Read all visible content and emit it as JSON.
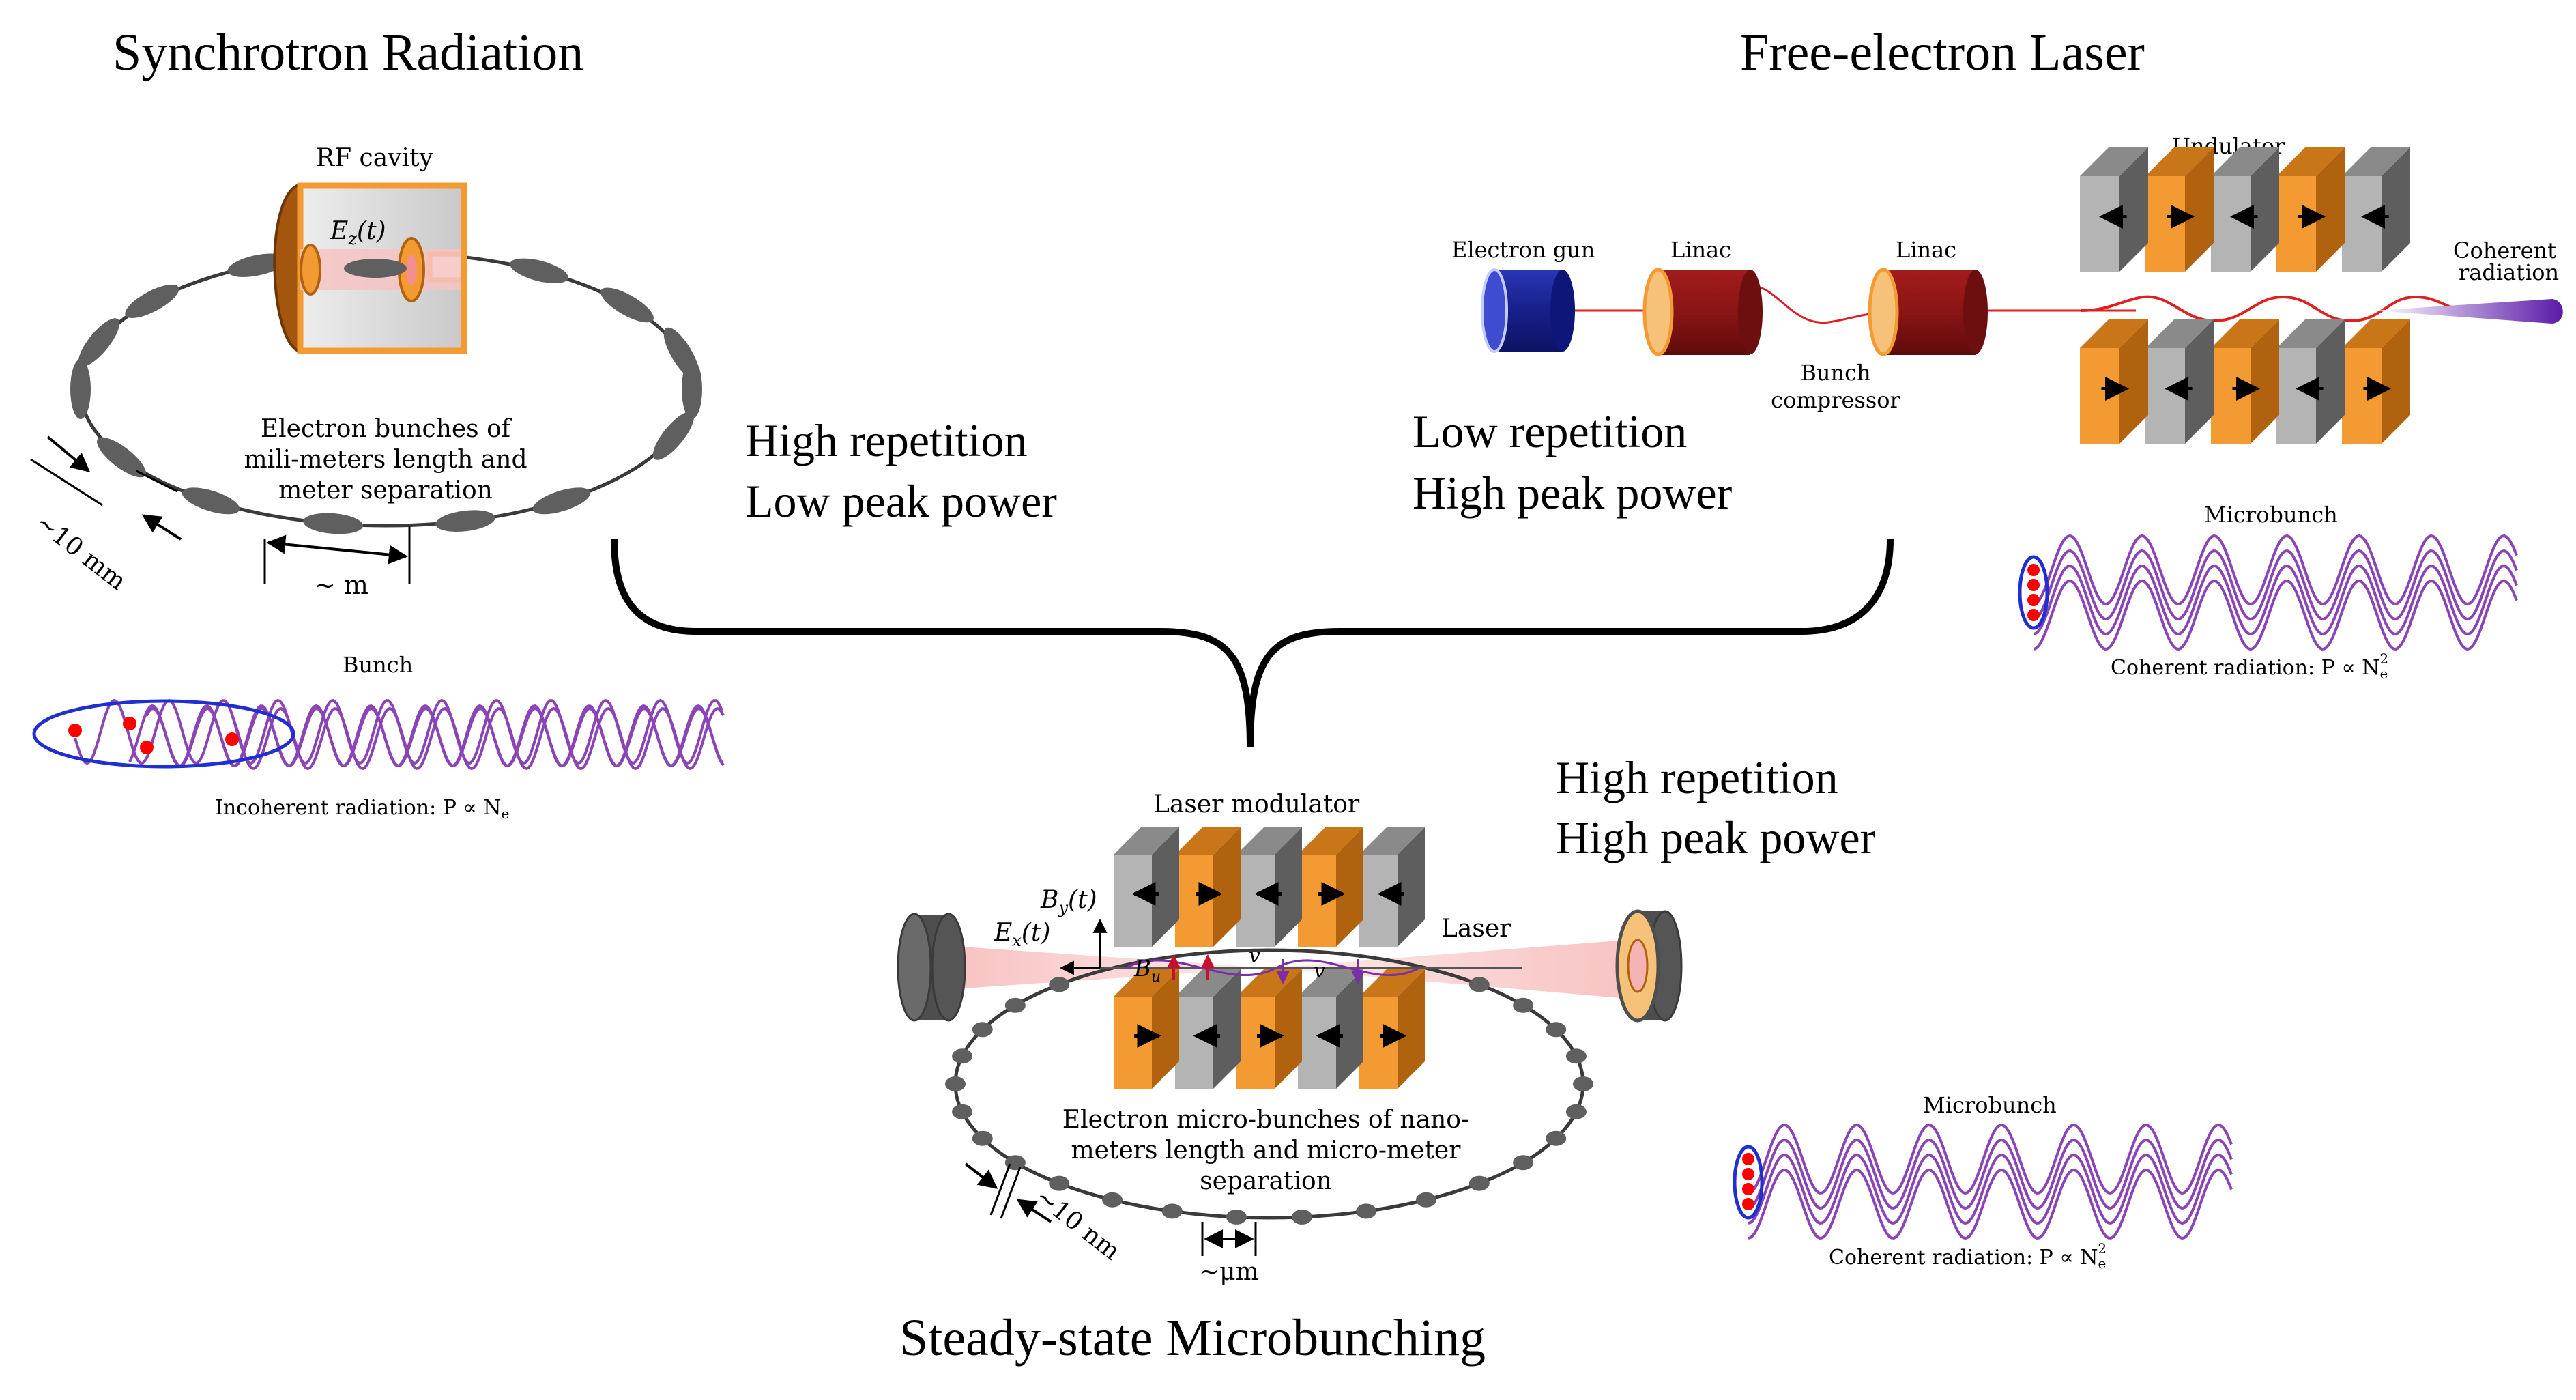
{
  "sections": {
    "synchrotron": {
      "title": "Synchrotron Radiation",
      "rf_cavity_label": "RF cavity",
      "field_label": "E",
      "field_sub": "z",
      "field_arg": "(t)",
      "ring_caption": [
        "Electron bunches of",
        "mili-meters length and",
        "meter separation"
      ],
      "bunch_length_label": "~10 mm",
      "separation_label": "~ m",
      "properties": [
        "High repetition",
        "Low peak power"
      ],
      "wave_title": "Bunch",
      "radiation_caption": "Incoherent radiation: P ∝ N",
      "radiation_sub": "e"
    },
    "fel": {
      "title": "Free-electron Laser",
      "gun_label": "Electron gun",
      "linac1_label": "Linac",
      "linac2_label": "Linac",
      "compressor_label": [
        "Bunch",
        "compressor"
      ],
      "undulator_label": "Undulator",
      "coherent_label": [
        "Coherent",
        "radiation"
      ],
      "properties": [
        "Low repetition",
        "High peak power"
      ],
      "wave_title": "Microbunch",
      "radiation_caption": "Coherent radiation: P ∝ N",
      "radiation_sub": "e",
      "radiation_sup": "2"
    },
    "ssmb": {
      "title": "Steady-state Microbunching",
      "modulator_label": "Laser modulator",
      "laser_label": "Laser",
      "by_label": "B",
      "by_sub": "y",
      "by_arg": "(t)",
      "ex_label": "E",
      "ex_sub": "x",
      "ex_arg": "(t)",
      "bu_label": "B",
      "bu_sub": "u",
      "v_label": "v",
      "ring_caption": [
        "Electron micro-bunches of nano-",
        "meters length and micro-meter",
        "separation"
      ],
      "bunch_length_label": "~10 nm",
      "separation_label": "~μm",
      "properties": [
        "High repetition",
        "High peak power"
      ],
      "wave_title": "Microbunch",
      "radiation_caption": "Coherent radiation: P ∝ N",
      "radiation_sub": "e",
      "radiation_sup": "2"
    }
  },
  "colors": {
    "orange": "#f39a32",
    "orange_dark": "#b0620f",
    "gray_light": "#b4b4b4",
    "gray_dark": "#5e5e5e",
    "purple": "#8b44b5",
    "blue": "#1f2fd0",
    "red": "#ff0000",
    "beam_pink": "#f6c3c3",
    "linac_red": "#8a1414",
    "gun_blue": "#1b2596",
    "bunch_gray": "#5f5f5f"
  }
}
